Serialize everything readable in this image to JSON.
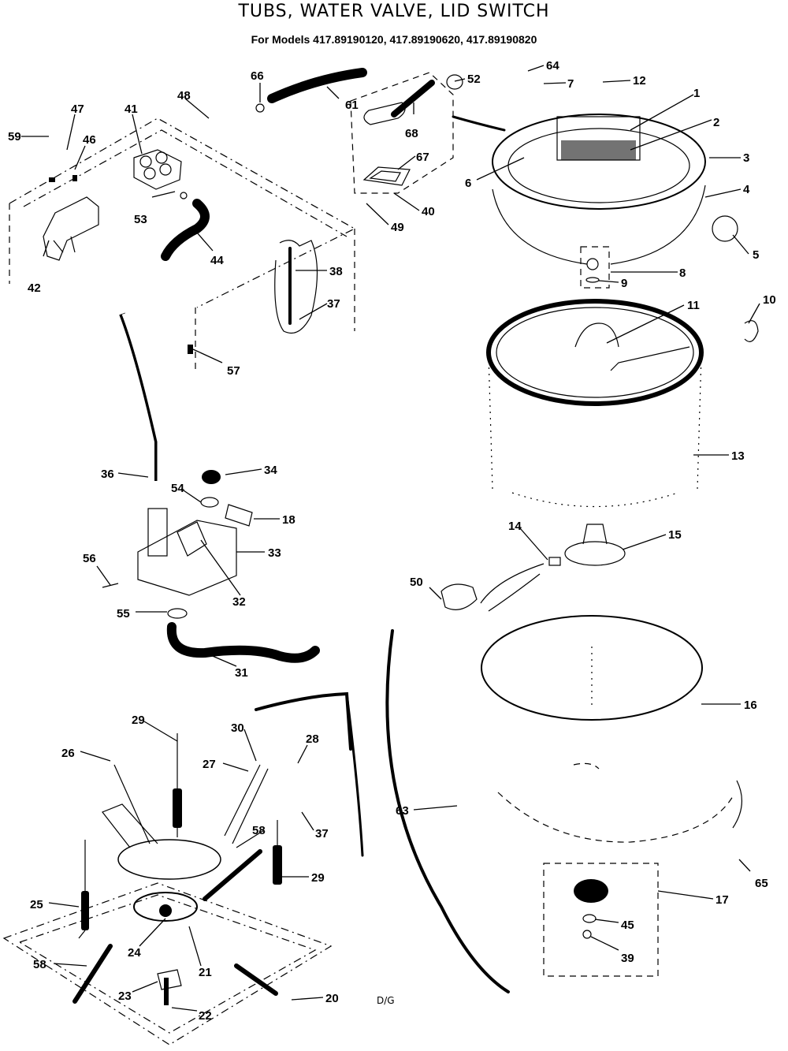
{
  "header": {
    "title": "TUBS, WATER VALVE, LID SWITCH",
    "subtitle": "For Models 417.89190120, 417.89190620, 417.89190820"
  },
  "callouts": {
    "p1": "1",
    "p2": "2",
    "p3": "3",
    "p4": "4",
    "p5": "5",
    "p6": "6",
    "p7": "7",
    "p8": "8",
    "p9": "9",
    "p10": "10",
    "p11": "11",
    "p12": "12",
    "p13": "13",
    "p14": "14",
    "p15": "15",
    "p16": "16",
    "p17": "17",
    "p18": "18",
    "p20": "20",
    "p21": "21",
    "p22": "22",
    "p23": "23",
    "p24": "24",
    "p25": "25",
    "p26": "26",
    "p27": "27",
    "p28": "28",
    "p29a": "29",
    "p29b": "29",
    "p30": "30",
    "p31": "31",
    "p32": "32",
    "p33": "33",
    "p34": "34",
    "p36": "36",
    "p37a": "37",
    "p37b": "37",
    "p38": "38",
    "p39": "39",
    "p40": "40",
    "p41": "41",
    "p42": "42",
    "p44": "44",
    "p45": "45",
    "p46": "46",
    "p47": "47",
    "p48": "48",
    "p49": "49",
    "p50": "50",
    "p52": "52",
    "p53": "53",
    "p54": "54",
    "p55": "55",
    "p56": "56",
    "p57": "57",
    "p58a": "58",
    "p58b": "58",
    "p59": "59",
    "p61": "61",
    "p63": "63",
    "p64": "64",
    "p65": "65",
    "p66": "66",
    "p67": "67",
    "p68": "68"
  },
  "footer": {
    "code": "D/G"
  }
}
